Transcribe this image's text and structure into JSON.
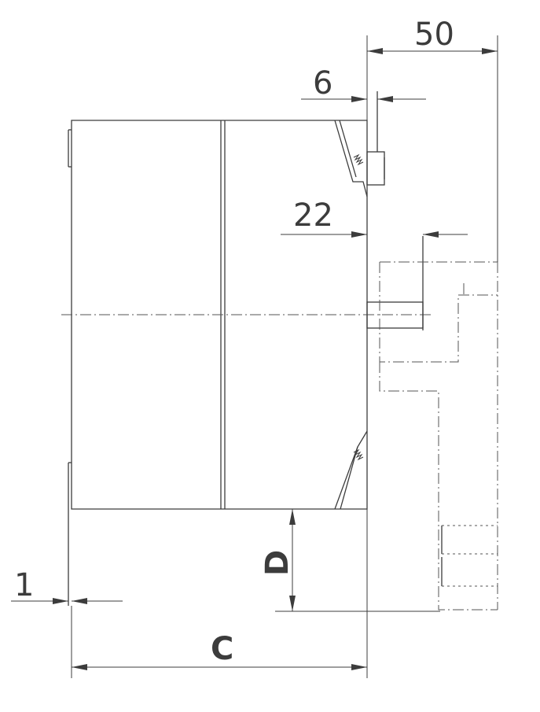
{
  "dimensions": {
    "d50": "50",
    "d6": "6",
    "d22": "22",
    "d1": "1",
    "dC": "C",
    "dD": "D"
  },
  "colors": {
    "stroke": "#3c3c3c",
    "background": "#ffffff"
  }
}
